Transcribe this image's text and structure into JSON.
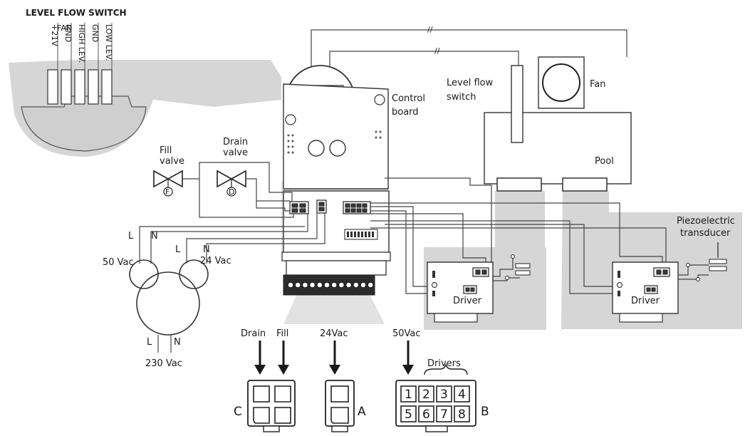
{
  "title": "LEVEL FLOW SWITCH",
  "switch_pins": [
    "+21V",
    "GND",
    "HIGH LEV.",
    "GND",
    "LOW LEV."
  ],
  "switch_pin_fan": "FAN",
  "labels": {
    "control_board": [
      "Control",
      "board"
    ],
    "level_flow_switch": [
      "Level flow",
      "switch"
    ],
    "fan": "Fan",
    "pool": "Pool",
    "fill_valve": [
      "Fill",
      "valve"
    ],
    "drain_valve": [
      "Drain",
      "valve"
    ],
    "fill_valve_symbol": "F",
    "drain_valve_symbol": "D",
    "piezo": [
      "Piezoelectric",
      "transducer"
    ],
    "driver_left": "Driver",
    "driver_right": "Driver",
    "transformer": {
      "l_top": "L",
      "n_top": "N",
      "vac50": "50 Vac",
      "l_mid": "L",
      "n_mid": "N",
      "vac24": "24 Vac",
      "l_bottom": "L",
      "n_bottom": "N",
      "vac230": "230 Vac"
    }
  },
  "connectors": {
    "drain": "Drain",
    "fill": "Fill",
    "vac24": "24Vac",
    "vac50": "50Vac",
    "drivers": "Drivers",
    "c": "C",
    "a": "A",
    "b": "B",
    "b_pins": [
      "1",
      "2",
      "3",
      "4",
      "5",
      "6",
      "7",
      "8"
    ]
  }
}
